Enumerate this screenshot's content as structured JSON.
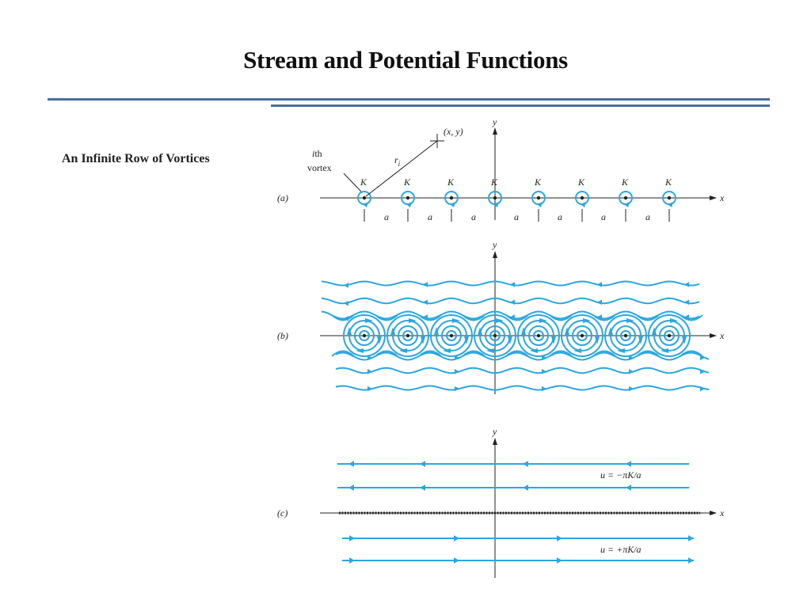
{
  "slide": {
    "title": "Stream and Potential Functions",
    "subtitle": "An Infinite Row of Vortices"
  },
  "colors": {
    "accent_bar": "#4a6fa0",
    "flow": "#2aa7e0",
    "axis": "#222222"
  },
  "figure": {
    "panel_a": {
      "label": "(a)",
      "vortex_label": "K",
      "spacing_label": "a",
      "point_label": "(x, y)",
      "radius_label": "r",
      "radius_subscript": "i",
      "ith_label": "i",
      "ith_suffix": "th",
      "vortex_word": "vortex",
      "x_axis": "x",
      "y_axis": "y"
    },
    "panel_b": {
      "label": "(b)",
      "x_axis": "x",
      "y_axis": "y"
    },
    "panel_c": {
      "label": "(c)",
      "x_axis": "x",
      "y_axis": "y",
      "upper_velocity": "u = −πK/a",
      "lower_velocity": "u = +πK/a"
    }
  }
}
